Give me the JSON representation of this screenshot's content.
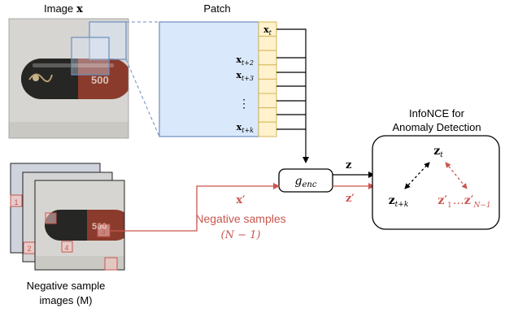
{
  "labels": {
    "image_title": "Image",
    "image_var": "x",
    "patch_title": "Patch",
    "cells": {
      "t": {
        "base": "x",
        "sub": "t"
      },
      "t2": {
        "base": "x",
        "sub": "t+2"
      },
      "t3": {
        "base": "x",
        "sub": "t+3"
      },
      "dots": "⋮",
      "tk": {
        "base": "x",
        "sub": "t+k"
      }
    },
    "encoder": {
      "base": "g",
      "sub": "enc"
    },
    "z_out": "z",
    "z_prime_out": "z′",
    "x_prime": "x′",
    "negative_samples": "Negative samples",
    "negative_count": "(N − 1)",
    "infonce_line1": "InfoNCE for",
    "infonce_line2": "Anomaly Detection",
    "z_t": {
      "base": "z",
      "sub": "t"
    },
    "z_tk": {
      "base": "z",
      "sub": "t+k"
    },
    "z_neg_first": {
      "base": "z′",
      "sub": "1"
    },
    "z_neg_ellipsis": "…",
    "z_neg_last": {
      "base": "z′",
      "sub": "N−1"
    },
    "neg_images_line1": "Negative sample",
    "neg_images_line2": "images (M)",
    "box_numbers": [
      "1",
      "2",
      "3",
      "4"
    ],
    "pill_text": "500"
  },
  "colors": {
    "patch_fill": "#dae8fc",
    "patch_stroke": "#6c8ebf",
    "cell_fill": "#fff2cc",
    "cell_stroke": "#d6b656",
    "negative_red": "#c9564e",
    "pill_dark": "#262624",
    "pill_brown": "#8a3b2c",
    "background_photo": "#d6d5d1"
  }
}
